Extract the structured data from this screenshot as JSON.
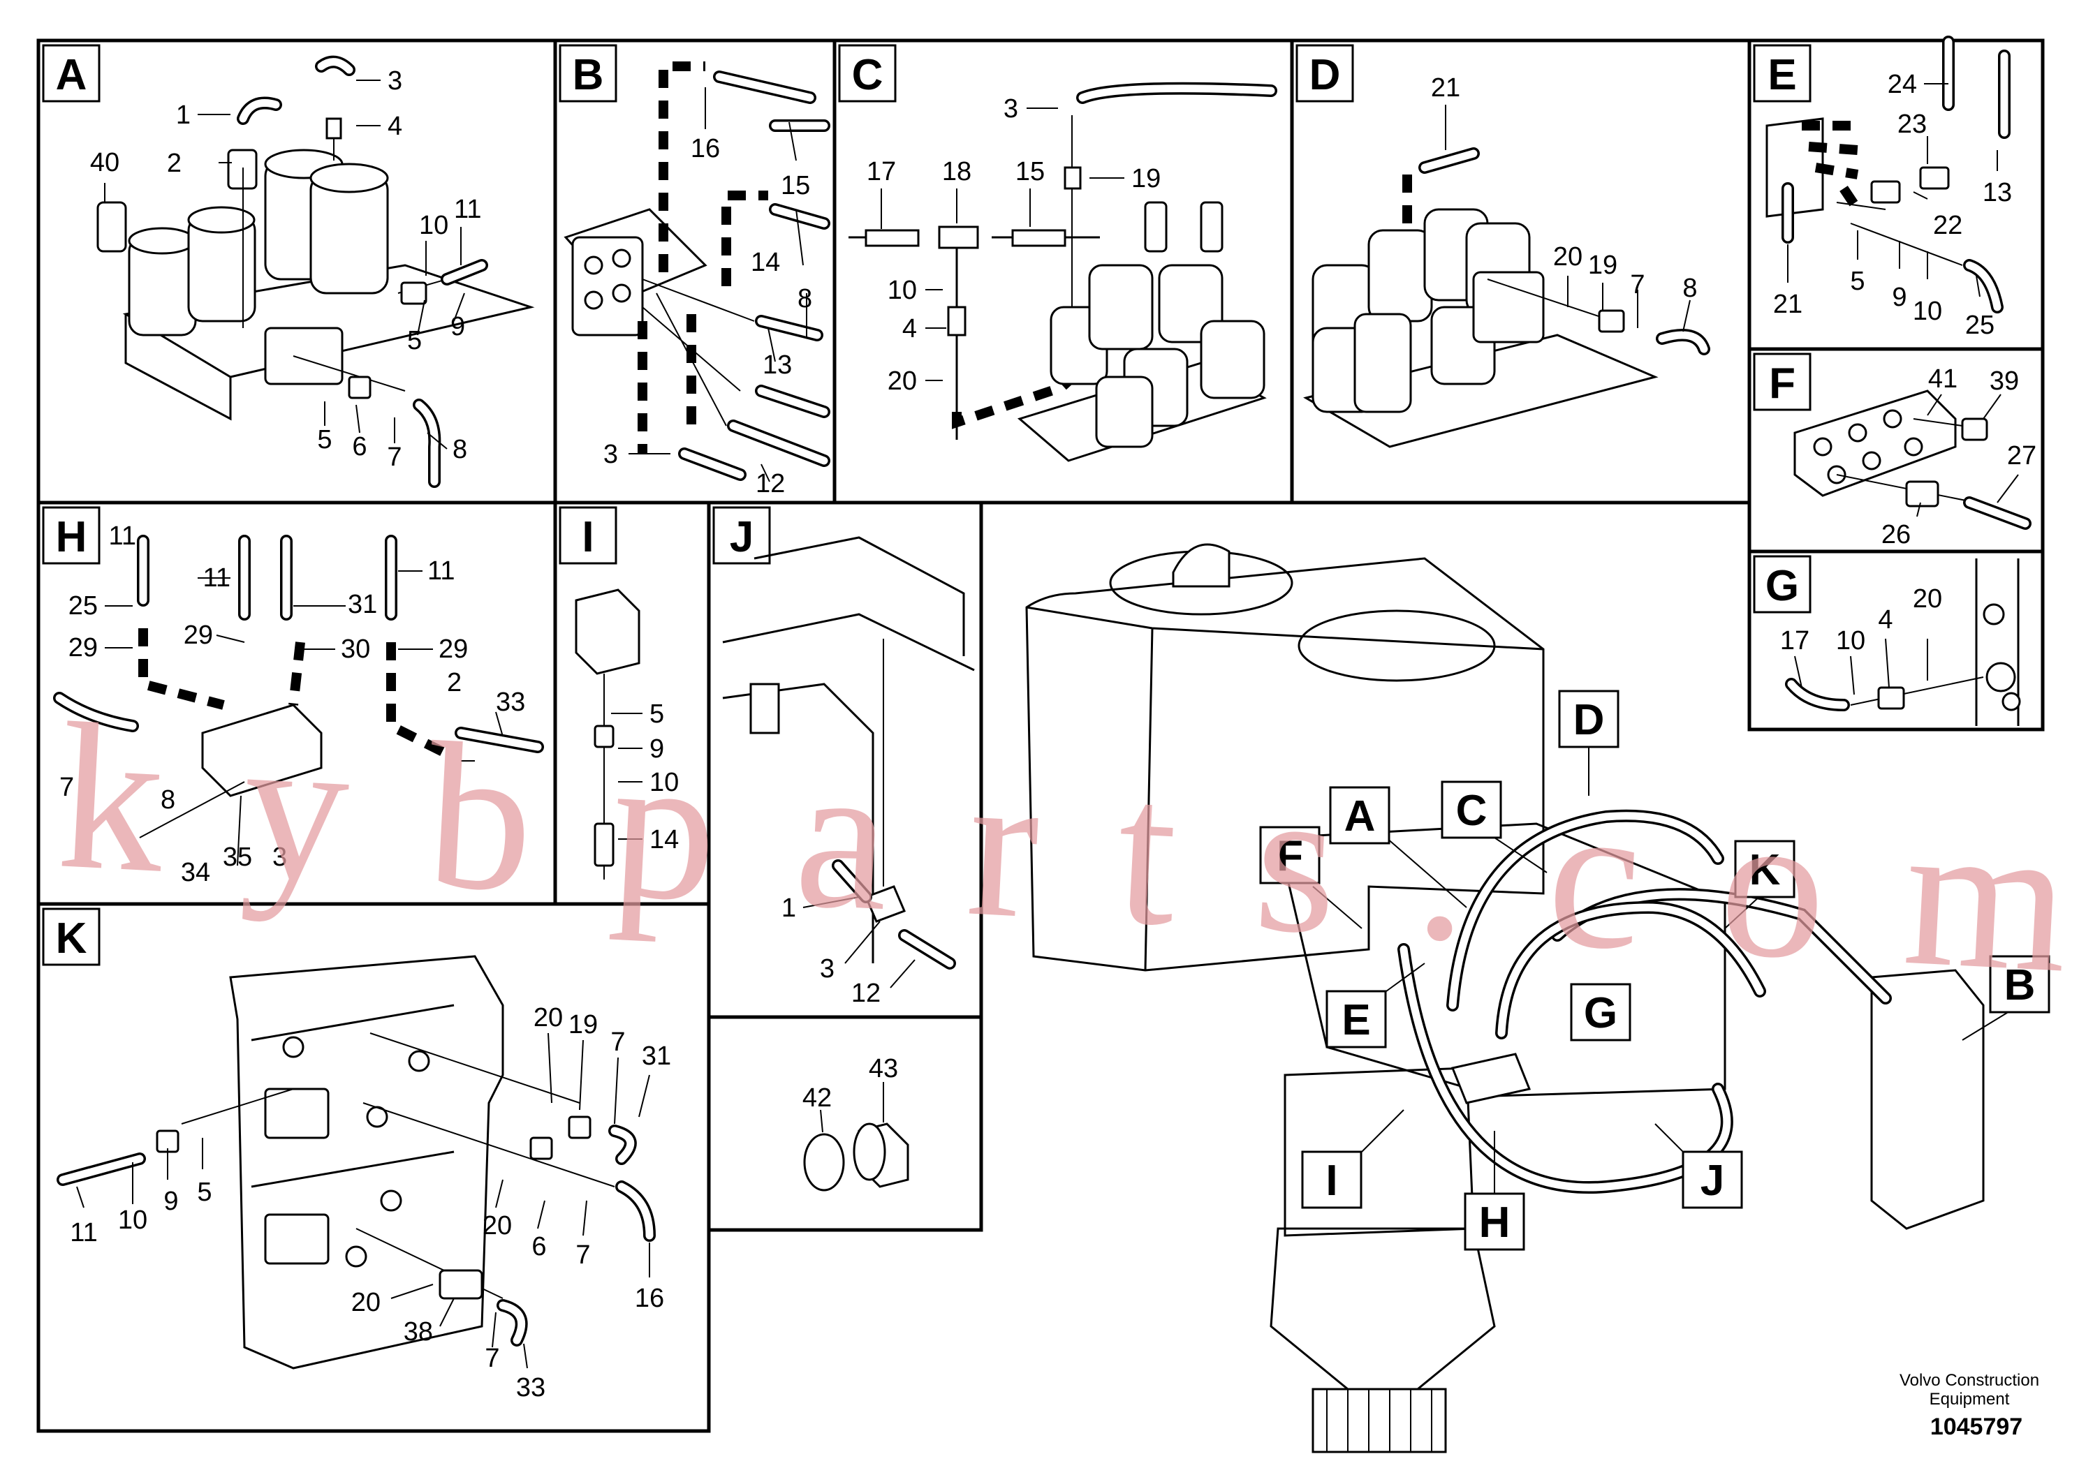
{
  "panels": {
    "A": {
      "label": "A",
      "callouts": [
        "1",
        "2",
        "3",
        "4",
        "40",
        "10",
        "11",
        "9",
        "5",
        "5",
        "6",
        "7",
        "8"
      ]
    },
    "B": {
      "label": "B",
      "callouts": [
        "16",
        "15",
        "14",
        "8",
        "13",
        "3",
        "12"
      ]
    },
    "C": {
      "label": "C",
      "callouts": [
        "3",
        "19",
        "17",
        "18",
        "15",
        "10",
        "4",
        "20"
      ]
    },
    "D": {
      "label": "D",
      "callouts": [
        "21",
        "20",
        "19",
        "7",
        "8"
      ]
    },
    "E": {
      "label": "E",
      "callouts": [
        "24",
        "23",
        "22",
        "13",
        "21",
        "5",
        "9",
        "10",
        "25"
      ]
    },
    "F": {
      "label": "F",
      "callouts": [
        "41",
        "39",
        "27",
        "26"
      ]
    },
    "G": {
      "label": "G",
      "callouts": [
        "17",
        "10",
        "4",
        "20"
      ]
    },
    "H": {
      "label": "H",
      "callouts": [
        "11",
        "11",
        "31",
        "11",
        "25",
        "29",
        "29",
        "30",
        "29",
        "2",
        "33",
        "7",
        "8",
        "34",
        "35",
        "3"
      ]
    },
    "I": {
      "label": "I",
      "callouts": [
        "5",
        "9",
        "10",
        "14"
      ]
    },
    "J": {
      "label": "J",
      "callouts": [
        "1",
        "3",
        "12"
      ]
    },
    "K": {
      "label": "K",
      "callouts": [
        "20",
        "19",
        "7",
        "31",
        "11",
        "10",
        "9",
        "5",
        "20",
        "6",
        "7",
        "16",
        "20",
        "38",
        "7",
        "33"
      ]
    },
    "L": {
      "callouts": [
        "42",
        "43"
      ]
    }
  },
  "overview": {
    "labels": [
      "D",
      "C",
      "A",
      "F",
      "K",
      "B",
      "E",
      "G",
      "I",
      "H",
      "J"
    ]
  },
  "watermark": "kybparts.com",
  "brand": {
    "line1": "Volvo Construction",
    "line2": "Equipment"
  },
  "doc_number": "1045797"
}
